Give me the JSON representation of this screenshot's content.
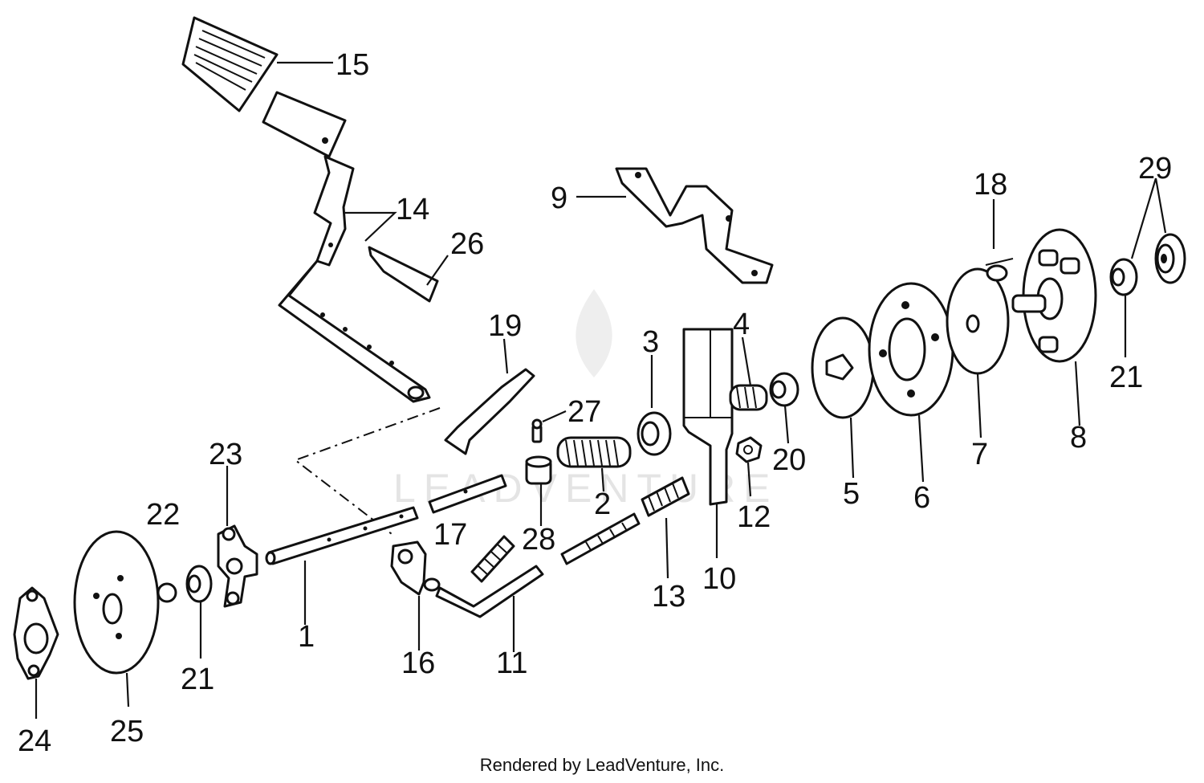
{
  "watermark": "LEADVENTURE",
  "footer": "Rendered by LeadVenture, Inc.",
  "callouts": {
    "c1": "1",
    "c2": "2",
    "c3": "3",
    "c4": "4",
    "c5": "5",
    "c6": "6",
    "c7": "7",
    "c8": "8",
    "c9": "9",
    "c10": "10",
    "c11": "11",
    "c12": "12",
    "c13": "13",
    "c14": "14",
    "c15": "15",
    "c16": "16",
    "c17": "17",
    "c18": "18",
    "c19": "19",
    "c20": "20",
    "c21a": "21",
    "c21b": "21",
    "c22": "22",
    "c23": "23",
    "c24": "24",
    "c25": "25",
    "c26": "26",
    "c27": "27",
    "c28": "28",
    "c29": "29"
  }
}
